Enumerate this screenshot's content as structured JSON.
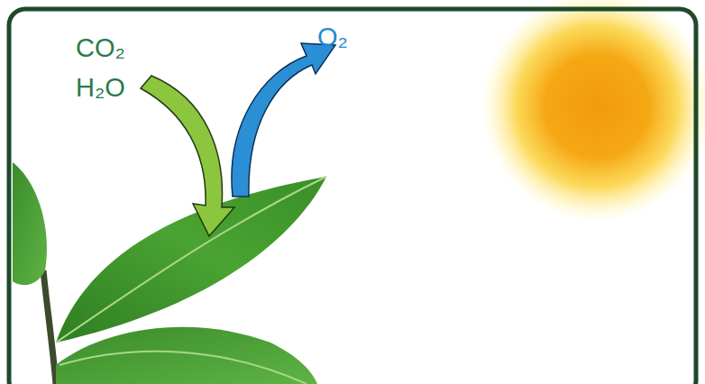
{
  "diagram": {
    "labels": [
      "CO₂",
      "H₂O",
      "O₂"
    ]
  }
}
